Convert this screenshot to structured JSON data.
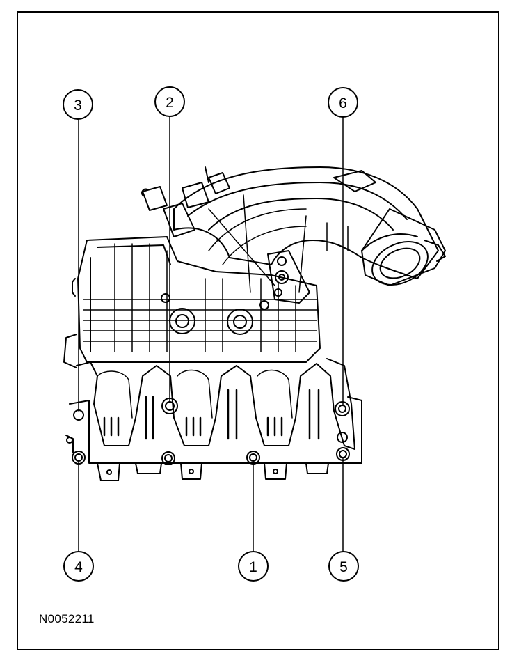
{
  "figure": {
    "reference_code": "N0052211",
    "callouts": [
      {
        "id": "c1",
        "label": "1"
      },
      {
        "id": "c2",
        "label": "2"
      },
      {
        "id": "c3",
        "label": "3"
      },
      {
        "id": "c4",
        "label": "4"
      },
      {
        "id": "c5",
        "label": "5"
      },
      {
        "id": "c6",
        "label": "6"
      }
    ]
  },
  "colors": {
    "line": "#000000",
    "background": "#ffffff"
  }
}
